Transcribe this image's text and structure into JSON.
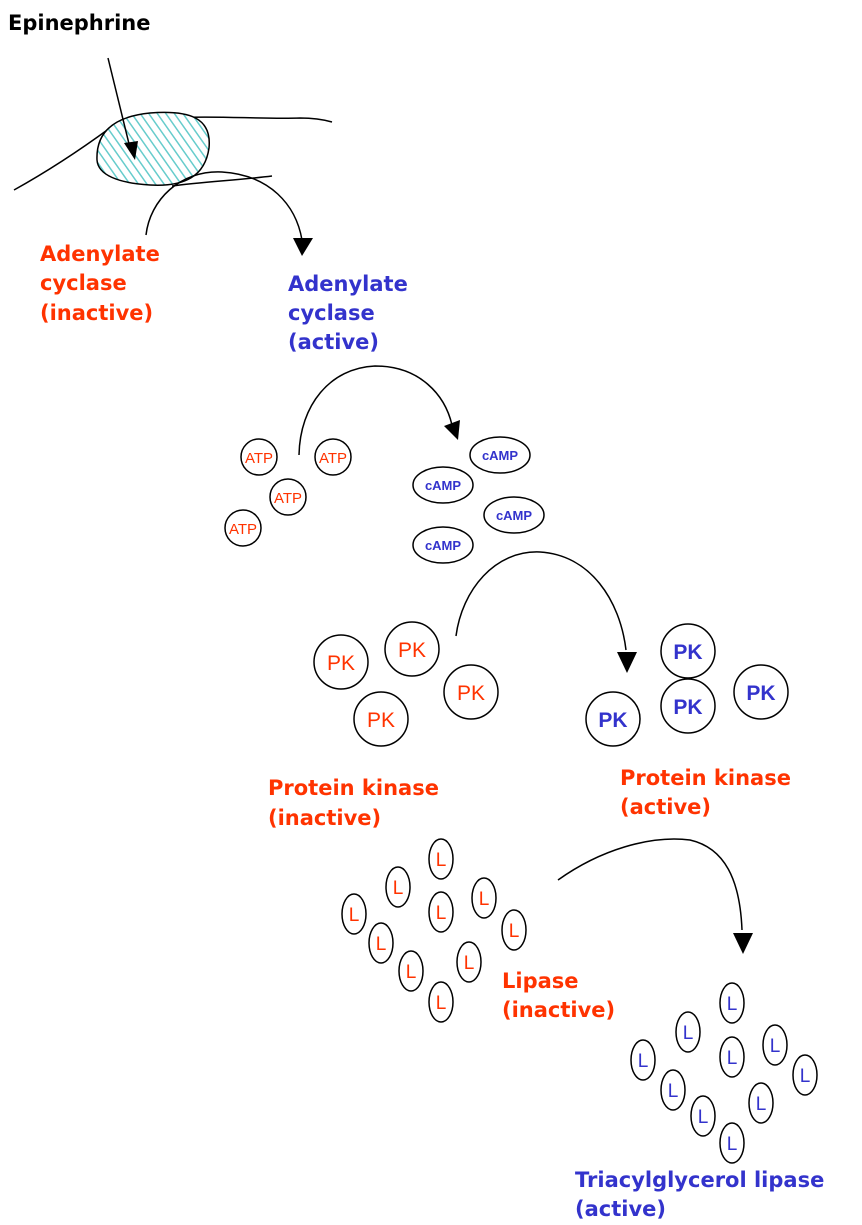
{
  "colors": {
    "inactive": "#ff3300",
    "active": "#3333cc",
    "line": "#000000",
    "receptor_hatch": "#66cccc"
  },
  "labels": {
    "epinephrine": "Epinephrine",
    "ac_inactive": [
      "Adenylate",
      "cyclase",
      "(inactive)"
    ],
    "ac_active": [
      "Adenylate",
      "cyclase",
      "(active)"
    ],
    "pk_inactive": [
      "Protein kinase",
      "(inactive)"
    ],
    "pk_active": [
      "Protein kinase",
      "(active)"
    ],
    "lipase_inactive": [
      "Lipase",
      "(inactive)"
    ],
    "lipase_active": [
      "Triacylglycerol lipase",
      "(active)"
    ]
  },
  "molecules": {
    "atp": "ATP",
    "camp": "cAMP",
    "pk": "PK",
    "lipase": "L"
  },
  "icons": [
    "arrowhead-icon",
    "hatched-receptor-icon"
  ]
}
